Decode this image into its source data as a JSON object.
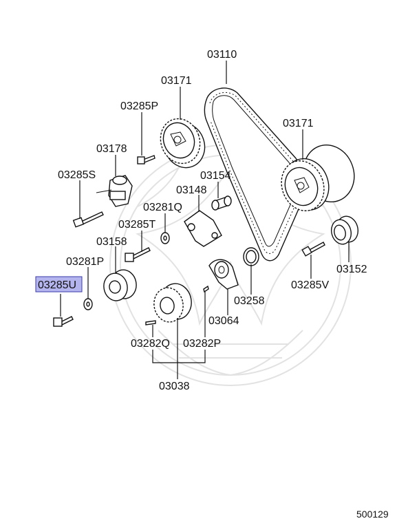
{
  "labels": {
    "p03110": "03110",
    "p03171_left": "03171",
    "p03171_right": "03171",
    "p03285P": "03285P",
    "p03178": "03178",
    "p03285S": "03285S",
    "p03154": "03154",
    "p03148": "03148",
    "p03281Q": "03281Q",
    "p03285T": "03285T",
    "p03158": "03158",
    "p03281P": "03281P",
    "p03285U": "03285U",
    "p03258": "03258",
    "p03064": "03064",
    "p03152": "03152",
    "p03285V": "03285V",
    "p03282Q": "03282Q",
    "p03282P": "03282P",
    "p03038": "03038"
  },
  "highlight": {
    "part": "03285U",
    "fill_color": "#b4b4ee",
    "border_color": "#3a3aa8"
  },
  "diagram_code": "500129",
  "watermark": {
    "color": "#e2e2e2"
  }
}
